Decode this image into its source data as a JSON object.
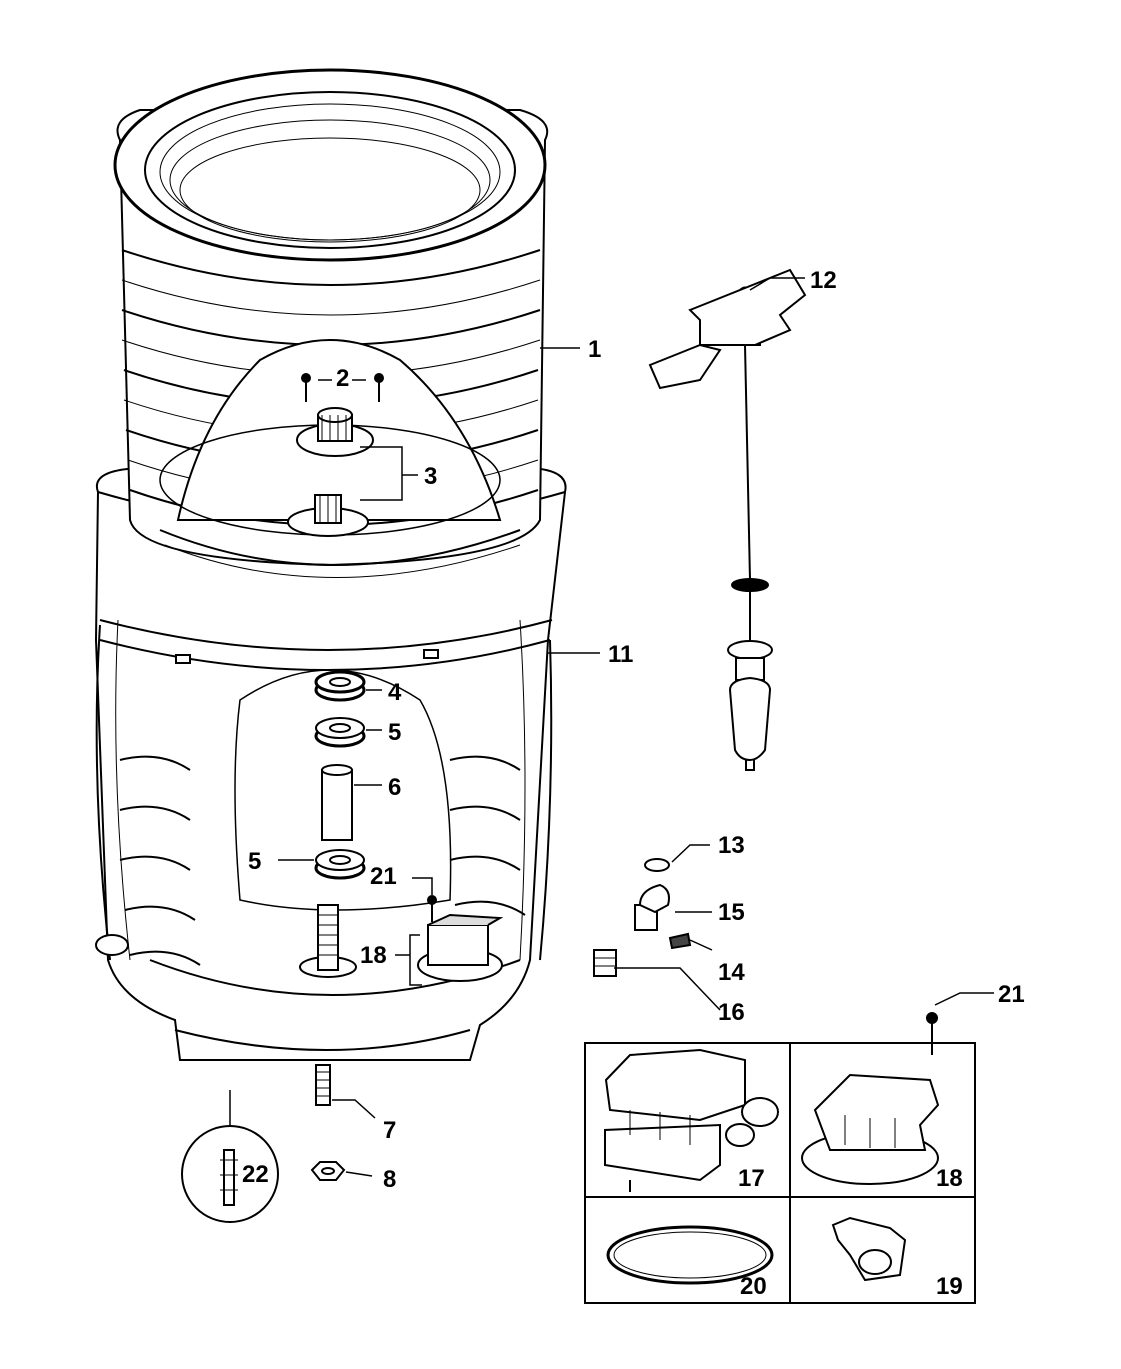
{
  "callouts": {
    "c1": "1",
    "c2": "2",
    "c3": "3",
    "c4": "4",
    "c5a": "5",
    "c5b": "5",
    "c6": "6",
    "c7": "7",
    "c8": "8",
    "c11": "11",
    "c12": "12",
    "c13": "13",
    "c14": "14",
    "c15": "15",
    "c16": "16",
    "c17": "17",
    "c18a": "18",
    "c18b": "18",
    "c19": "19",
    "c20": "20",
    "c21a": "21",
    "c21b": "21",
    "c22": "22"
  },
  "colors": {
    "line": "#000000",
    "fill": "#ffffff",
    "shade": "#d9d9d9",
    "dark": "#444444"
  }
}
